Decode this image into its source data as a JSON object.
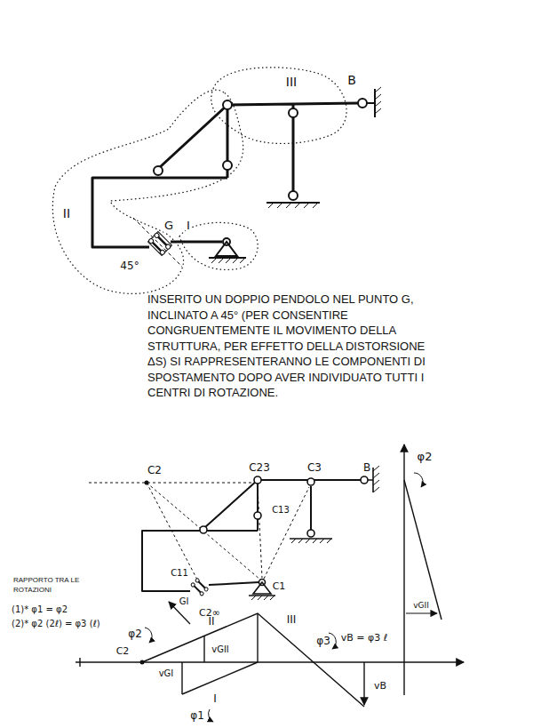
{
  "diagram": {
    "labels": [
      "III",
      "B",
      "II",
      "G",
      "I",
      "45°",
      "INSERITO UN DOPPIO PENDOLO NEL PUNTO G, INCLINATO A 45° (PER CONSENTIRE CONGRUENTEMENTE IL MOVIMENTO DELLA STRUTTURA, PER EFFETTO DELLA DISTORSIONE ΔS) SI RAPPRESENTERANNO LE COMPONENTI DI SPOSTAMENTO DOPO AVER INDIVIDUATO TUTTI I CENTRI DI ROTAZIONE.",
      "C2",
      "C23",
      "C3",
      "B",
      "φ2",
      "C13",
      "C11",
      "GI",
      "C1",
      "RAPPORTO TRA LE ROTAZIONI",
      "(1)* φ1 = φ2",
      "(2)* φ2 (2ℓ) = φ3 (ℓ)",
      "C2∞",
      "vGII",
      "vB = φ3 ℓ",
      "φ2",
      "C2",
      "II",
      "vGII",
      "III",
      "φ3",
      "vGI",
      "I",
      "vB",
      "φ1"
    ]
  }
}
